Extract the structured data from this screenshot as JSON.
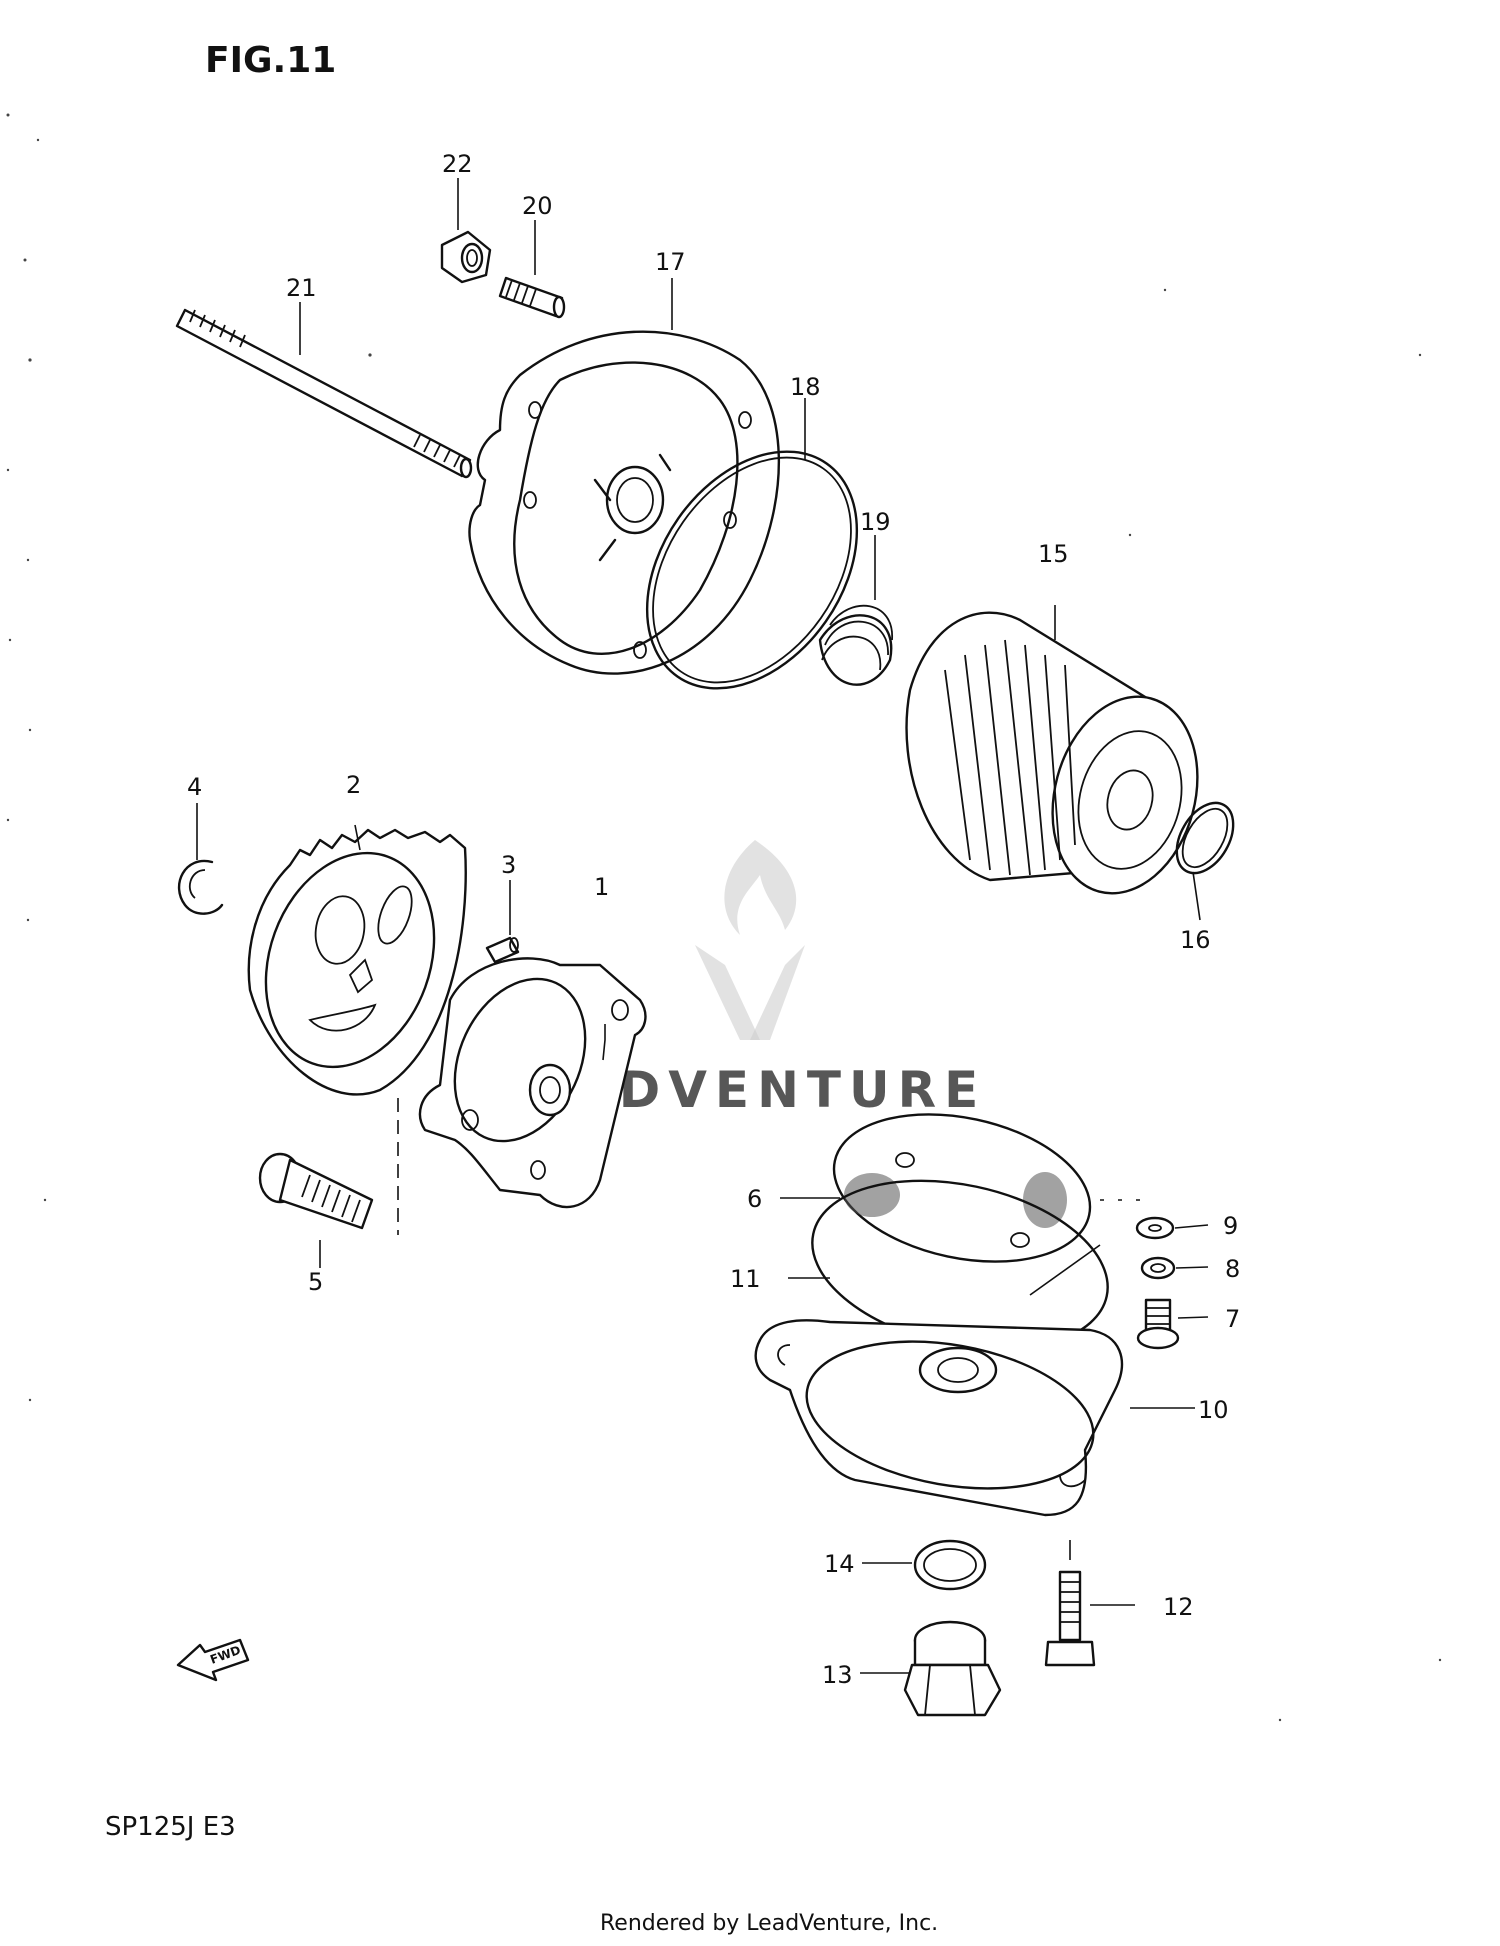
{
  "figure": {
    "title": "FIG.11",
    "model_code": "SP125J  E3",
    "footer": "Rendered by LeadVenture, Inc.",
    "watermark": "LEADVENTURE",
    "fwd_label": "FWD"
  },
  "callouts": [
    "1",
    "2",
    "3",
    "4",
    "5",
    "6",
    "7",
    "8",
    "9",
    "10",
    "11",
    "12",
    "13",
    "14",
    "15",
    "16",
    "17",
    "18",
    "19",
    "20",
    "21",
    "22"
  ]
}
